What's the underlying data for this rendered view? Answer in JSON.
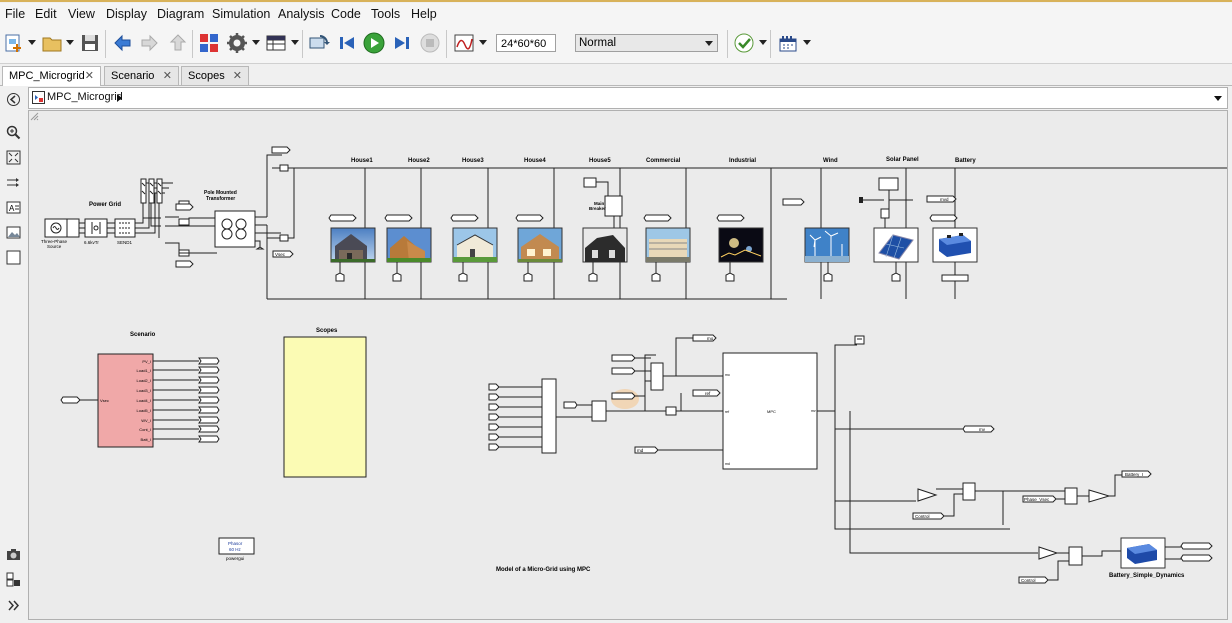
{
  "menu": [
    "File",
    "Edit",
    "View",
    "Display",
    "Diagram",
    "Simulation",
    "Analysis",
    "Code",
    "Tools",
    "Help"
  ],
  "toolbar": {
    "stop_time": "24*60*60",
    "sim_mode": "Normal"
  },
  "tabs": [
    {
      "label": "MPC_Microgrid",
      "active": true
    },
    {
      "label": "Scenario",
      "active": false
    },
    {
      "label": "Scopes",
      "active": false
    }
  ],
  "path": {
    "model": "MPC_Microgrid"
  },
  "diagram": {
    "power_grid": "Power Grid",
    "three_phase_source": [
      "Three-Phase",
      "Source"
    ],
    "tr_label": "6.6kvTr",
    "send_label": "SEND1",
    "pole_transformer": [
      "Pole Mounted",
      "Transformer"
    ],
    "vsec_tag": "Vsec",
    "main_breaker": [
      "Main",
      "Breaker"
    ],
    "loads": [
      "House1",
      "House2",
      "House3",
      "House4",
      "House5",
      "Commercial",
      "Industrial",
      "Wind",
      "Solar Panel",
      "Battery"
    ],
    "mvd_tag": "mvd",
    "scenario_title": "Scenario",
    "scenario_in": "Vsec",
    "scenario_ports": [
      "PV_I",
      "Load1_I",
      "Load2_I",
      "Load3_I",
      "Load4_I",
      "Load5_I",
      "WV_I",
      "Cont_I",
      "Batt_I"
    ],
    "scopes_title": "Scopes",
    "powergui": [
      "Phasor",
      "60 Hz"
    ],
    "powergui_label": "powergui",
    "model_caption": "Model of a Micro-Grid using MPC",
    "mpc_label": "MPC",
    "mpc_ports": [
      "mo",
      "ref",
      "md",
      "mv"
    ],
    "mo_tag": "mo",
    "ref_tag": "ref",
    "md_tag": "md",
    "mv_tag": "mv",
    "control_tag": "Control",
    "phase_vsec_tag": "Phase_Vsec",
    "battery_i_tag": "Battery_I",
    "battery_dyn": "Battery_Simple_Dynamics"
  }
}
